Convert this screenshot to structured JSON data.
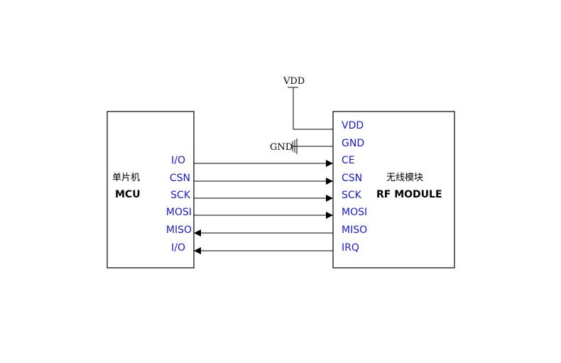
{
  "mcu": {
    "name_cn": "单片机",
    "name_en": "MCU",
    "pins": [
      "I/O",
      "CSN",
      "SCK",
      "MOSI",
      "MISO",
      "I/O"
    ]
  },
  "rf": {
    "name_cn": "无线模块",
    "name_en": "RF MODULE",
    "pins": [
      "VDD",
      "GND",
      "CE",
      "CSN",
      "SCK",
      "MOSI",
      "MISO",
      "IRQ"
    ]
  },
  "power": {
    "vdd": "VDD",
    "gnd": "GND"
  },
  "connections": [
    {
      "from": "MCU I/O",
      "to": "RF CE",
      "direction": "to-rf"
    },
    {
      "from": "MCU CSN",
      "to": "RF CSN",
      "direction": "to-rf"
    },
    {
      "from": "MCU SCK",
      "to": "RF SCK",
      "direction": "to-rf"
    },
    {
      "from": "MCU MOSI",
      "to": "RF MOSI",
      "direction": "to-rf"
    },
    {
      "from": "RF MISO",
      "to": "MCU MISO",
      "direction": "to-mcu"
    },
    {
      "from": "RF IRQ",
      "to": "MCU I/O",
      "direction": "to-mcu"
    }
  ]
}
